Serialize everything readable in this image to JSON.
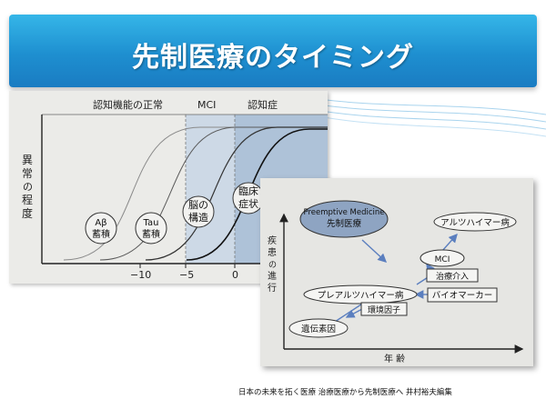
{
  "slide": {
    "title": "先制医療のタイミング",
    "source": "日本の未来を拓く医療 治療医療から先制医療へ 井村裕夫編集"
  },
  "figure1": {
    "phase_normal": "認知機能の正常",
    "phase_mci": "MCI",
    "phase_dementia": "認知症",
    "ylabel": "異常の程度",
    "x_ticks": [
      "−10",
      "−5",
      "0"
    ],
    "circles": [
      {
        "line1": "Aβ",
        "line2": "蓄積"
      },
      {
        "line1": "Tau",
        "line2": "蓄積"
      },
      {
        "line1": "脳の",
        "line2": "構造"
      },
      {
        "line1": "臨床",
        "line2": "症状"
      }
    ]
  },
  "figure2": {
    "ylabel": "疾患の進行",
    "xlabel": "年 齢",
    "preemptive_en": "Preemptive Medicine",
    "preemptive_ja": "先制医療",
    "alzheimer": "アルツハイマー病",
    "mci": "MCI",
    "treatment": "治療介入",
    "preclinical": "プレアルツハイマー病",
    "biomarker": "バイオマーカー",
    "environment": "環境因子",
    "genetic": "遺伝素因"
  },
  "colors": {
    "banner": "#1e8fd0",
    "mci_band": "#cdd9e6",
    "dementia_band": "#aec2d8",
    "preemptive_fill": "#8ea4c2",
    "arrow": "#5b7fbf"
  }
}
